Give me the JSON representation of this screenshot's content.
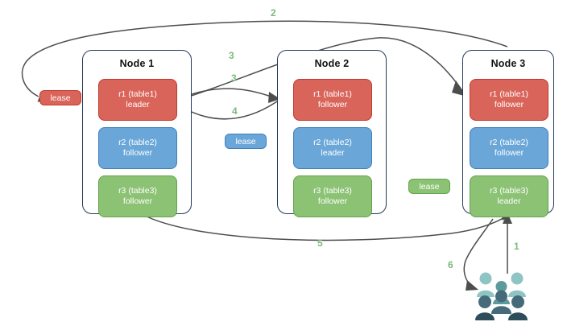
{
  "diagram": {
    "title": "Raft lease / replica routing diagram",
    "colors": {
      "red": "#d9645a",
      "red_border": "#c0392b",
      "blue": "#6aa7d8",
      "blue_border": "#3f7fbf",
      "green": "#8cc274",
      "green_border": "#64a34a",
      "node_border": "#23395b",
      "edge": "#4d4d4d",
      "label": "#7cb97c",
      "people_light": "#8fc4c4",
      "people_mid": "#5d9a9d",
      "people_dark": "#456b7a",
      "people_darkest": "#2e4d5b"
    },
    "nodes": [
      {
        "id": "node-1",
        "title": "Node 1",
        "replicas": [
          {
            "name": "r1 (table1)",
            "role": "leader",
            "color": "red"
          },
          {
            "name": "r2 (table2)",
            "role": "follower",
            "color": "blue"
          },
          {
            "name": "r3 (table3)",
            "role": "follower",
            "color": "green"
          }
        ]
      },
      {
        "id": "node-2",
        "title": "Node 2",
        "replicas": [
          {
            "name": "r1 (table1)",
            "role": "follower",
            "color": "red"
          },
          {
            "name": "r2 (table2)",
            "role": "leader",
            "color": "blue"
          },
          {
            "name": "r3 (table3)",
            "role": "follower",
            "color": "green"
          }
        ]
      },
      {
        "id": "node-3",
        "title": "Node 3",
        "replicas": [
          {
            "name": "r1 (table1)",
            "role": "follower",
            "color": "red"
          },
          {
            "name": "r2 (table2)",
            "role": "follower",
            "color": "blue"
          },
          {
            "name": "r3 (table3)",
            "role": "leader",
            "color": "green"
          }
        ]
      }
    ],
    "leases": [
      {
        "id": "lease-r1",
        "label": "lease",
        "color": "red"
      },
      {
        "id": "lease-r2",
        "label": "lease",
        "color": "blue"
      },
      {
        "id": "lease-r3",
        "label": "lease",
        "color": "green"
      }
    ],
    "edge_labels": [
      {
        "id": "edge-label-1",
        "text": "1"
      },
      {
        "id": "edge-label-2",
        "text": "2"
      },
      {
        "id": "edge-label-3a",
        "text": "3"
      },
      {
        "id": "edge-label-3b",
        "text": "3"
      },
      {
        "id": "edge-label-4",
        "text": "4"
      },
      {
        "id": "edge-label-5",
        "text": "5"
      },
      {
        "id": "edge-label-6",
        "text": "6"
      }
    ],
    "actors": {
      "people": {
        "id": "people-icon",
        "count": 6
      }
    }
  }
}
